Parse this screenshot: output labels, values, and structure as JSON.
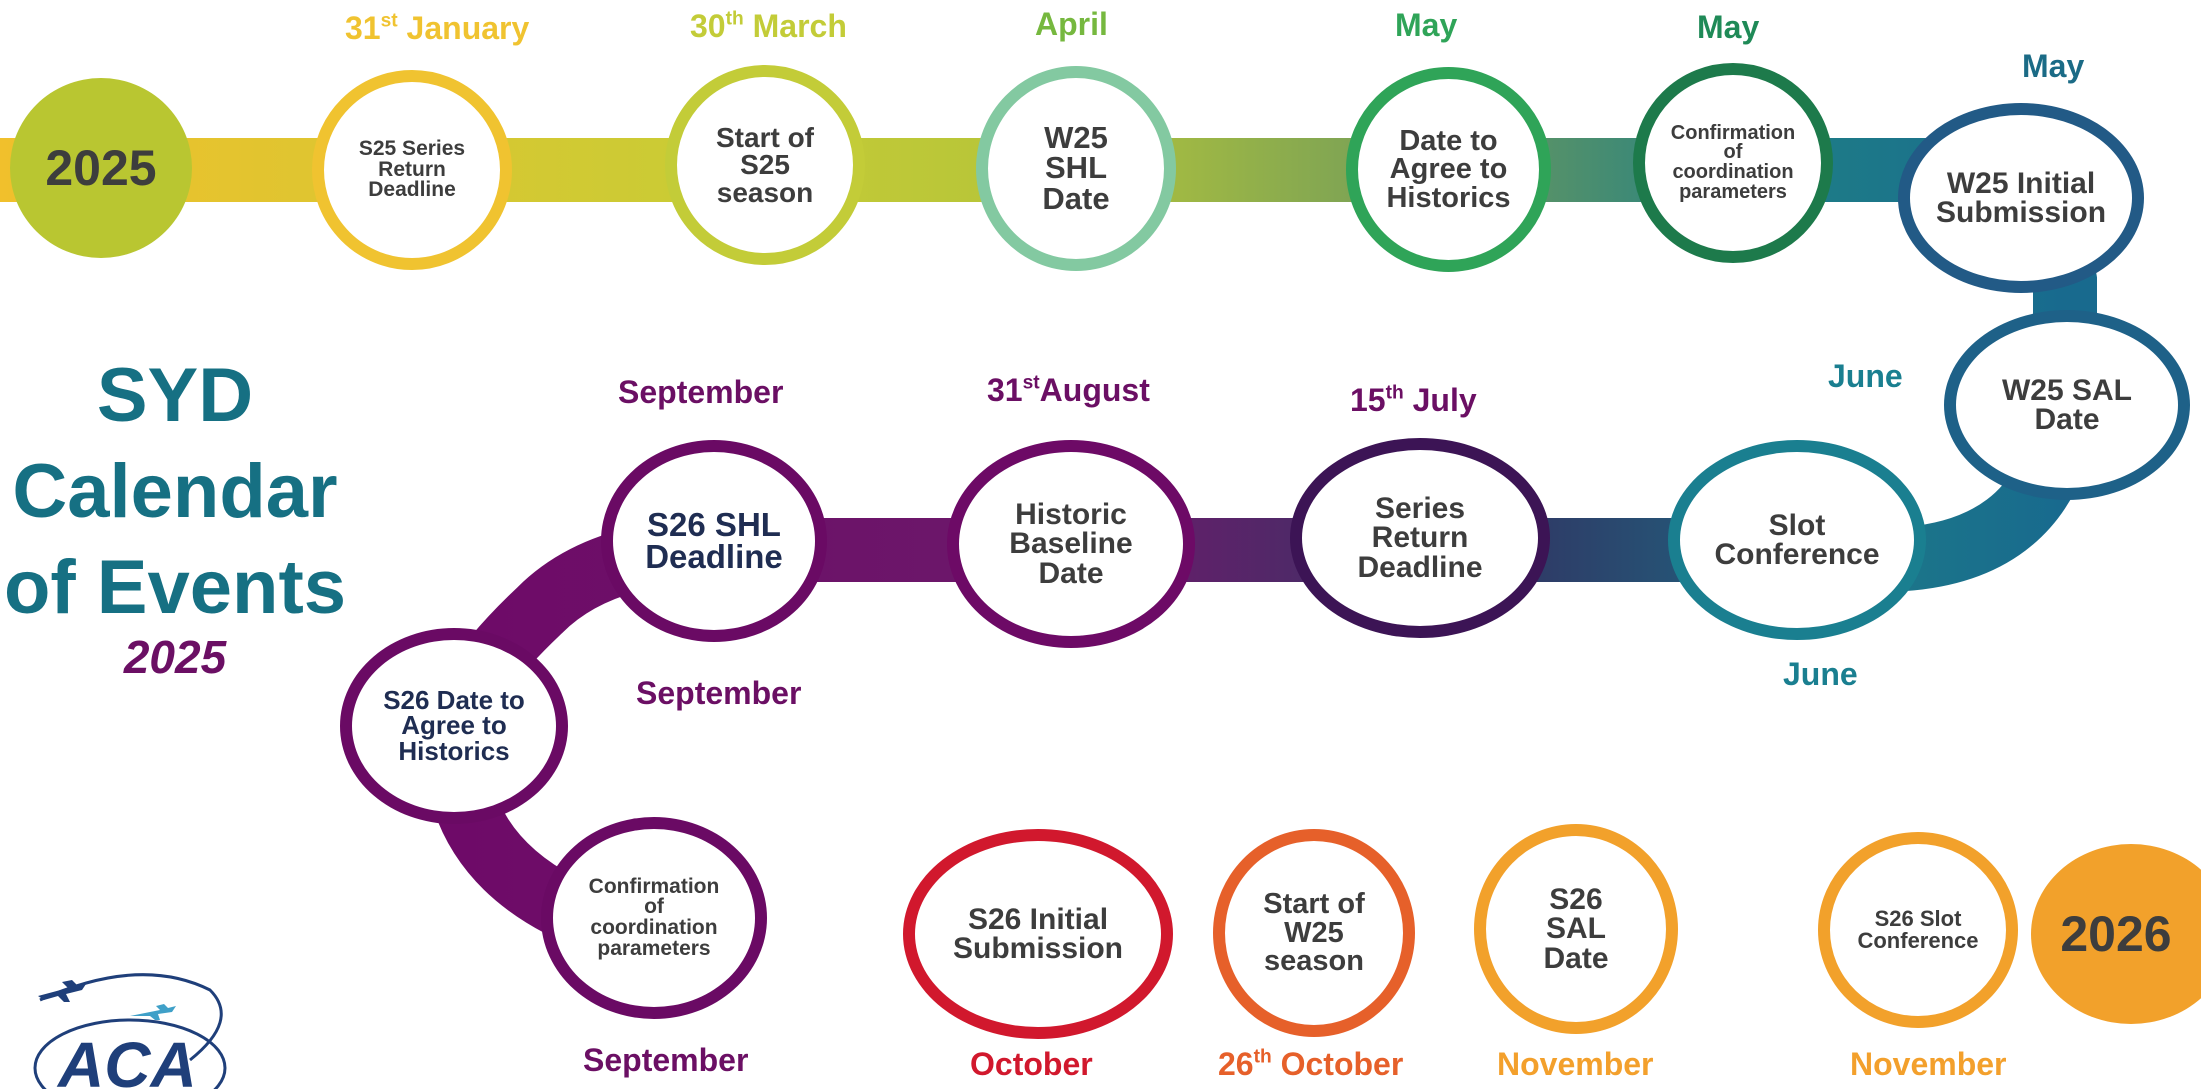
{
  "title": {
    "line1": "SYD",
    "line2": "Calendar",
    "line3": "of Events",
    "year": "2025"
  },
  "years": {
    "start": "2025",
    "end": "2026"
  },
  "colors": {
    "title": "#167083",
    "year_subtitle": "#6b0f64",
    "yellow": "#f0c330",
    "lime": "#c3cc38",
    "green": "#2fa458",
    "teal": "#1a7f90",
    "navy": "#225a86",
    "purple": "#6e0a68",
    "red": "#d1182d",
    "orange": "#f3a02c"
  },
  "events": [
    {
      "id": "s25-series-return",
      "text": "S25 Series Return Deadline",
      "date_main": "31",
      "date_sup": "st",
      "date_rest": " January"
    },
    {
      "id": "start-s25",
      "text": "Start of S25 season",
      "date_main": "30",
      "date_sup": "th",
      "date_rest": " March"
    },
    {
      "id": "w25-shl",
      "text": "W25 SHL Date",
      "date_main": "April",
      "date_sup": "",
      "date_rest": ""
    },
    {
      "id": "w25-agree-historics",
      "text": "Date to Agree to Historics",
      "date_main": "May",
      "date_sup": "",
      "date_rest": ""
    },
    {
      "id": "w25-confirmation",
      "text": "Confirmation of coordination parameters",
      "date_main": "May",
      "date_sup": "",
      "date_rest": ""
    },
    {
      "id": "w25-initial",
      "text": "W25 Initial Submission",
      "date_main": "May",
      "date_sup": "",
      "date_rest": ""
    },
    {
      "id": "w25-sal",
      "text": "W25 SAL Date",
      "date_main": "June",
      "date_sup": "",
      "date_rest": ""
    },
    {
      "id": "slot-conference",
      "text": "Slot Conference",
      "date_main": "June",
      "date_sup": "",
      "date_rest": ""
    },
    {
      "id": "series-return",
      "text": "Series Return Deadline",
      "date_main": "15",
      "date_sup": "th",
      "date_rest": " July"
    },
    {
      "id": "historic-baseline",
      "text": "Historic Baseline Date",
      "date_main": "31",
      "date_sup": "st",
      "date_rest": "August"
    },
    {
      "id": "s26-shl",
      "text": "S26 SHL Deadline",
      "date_main": "September",
      "date_sup": "",
      "date_rest": ""
    },
    {
      "id": "s26-agree-historics",
      "text": "S26 Date to Agree to Historics",
      "date_main": "September",
      "date_sup": "",
      "date_rest": ""
    },
    {
      "id": "s26-confirmation",
      "text": "Confirmation of coordination parameters",
      "date_main": "September",
      "date_sup": "",
      "date_rest": ""
    },
    {
      "id": "s26-initial",
      "text": "S26 Initial Submission",
      "date_main": "October",
      "date_sup": "",
      "date_rest": ""
    },
    {
      "id": "start-w25",
      "text": "Start of W25 season",
      "date_main": "26",
      "date_sup": "th",
      "date_rest": " October"
    },
    {
      "id": "s26-sal",
      "text": "S26 SAL Date",
      "date_main": "November",
      "date_sup": "",
      "date_rest": ""
    },
    {
      "id": "s26-slot-conference",
      "text": "S26 Slot Conference",
      "date_main": "November",
      "date_sup": "",
      "date_rest": ""
    }
  ],
  "logo": {
    "text": "ACA"
  }
}
